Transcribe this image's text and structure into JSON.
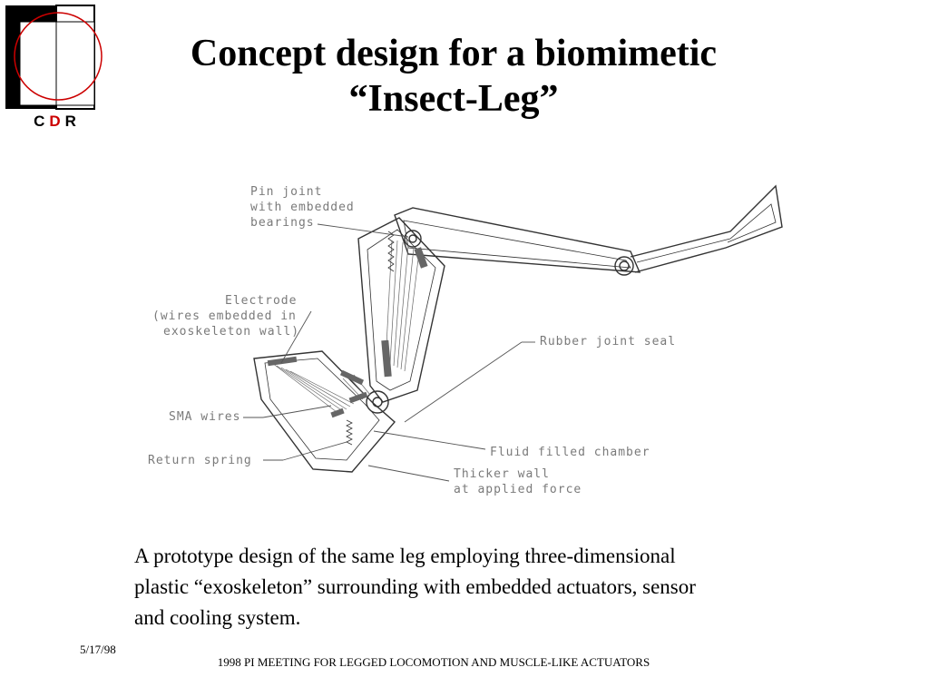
{
  "logo": {
    "letters": [
      "C",
      "D",
      "R"
    ],
    "accent_color": "#cc0000"
  },
  "title": {
    "line1": "Concept design for a biomimetic",
    "line2": "“Insect-Leg”"
  },
  "diagram": {
    "labels": {
      "pin_joint": [
        "Pin joint",
        "with embedded",
        "bearings"
      ],
      "electrode": [
        "Electrode",
        "(wires embedded in",
        "exoskeleton wall)"
      ],
      "sma_wires": "SMA wires",
      "return_spring": "Return spring",
      "rubber_joint_seal": "Rubber joint seal",
      "fluid_filled_chamber": "Fluid filled chamber",
      "thicker_wall": [
        "Thicker wall",
        "at applied force"
      ]
    }
  },
  "caption": "A prototype design of the same leg employing three-dimensional plastic “exoskeleton” surrounding with embedded actuators, sensor and cooling system.",
  "footer": {
    "date": "5/17/98",
    "meeting": "1998 PI MEETING FOR LEGGED LOCOMOTION AND MUSCLE-LIKE ACTUATORS"
  }
}
